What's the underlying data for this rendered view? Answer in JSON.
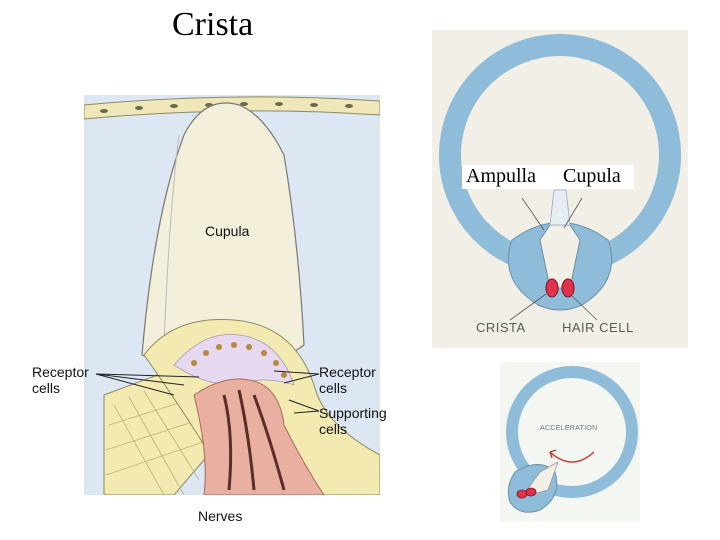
{
  "title": "Crista",
  "left_diagram": {
    "labels": {
      "cupula": "Cupula",
      "receptor_cells_left_line1": "Receptor",
      "receptor_cells_left_line2": "cells",
      "receptor_cells_right_line1": "Receptor",
      "receptor_cells_right_line2": "cells",
      "supporting_cells_line1": "Supporting",
      "supporting_cells_line2": "cells",
      "nerves": "Nerves"
    },
    "colors": {
      "background": "#dde7f3",
      "cupula_fill": "#f3efdb",
      "epithelium": "#f2eab0",
      "nerve_tissue": "#e9b0a2",
      "receptor_zone": "#e6d8ee"
    }
  },
  "right_diagram": {
    "labels": {
      "ampulla": "Ampulla",
      "cupula": "Cupula",
      "crista": "CRISTA",
      "hair_cell": "HAIR CELL",
      "acceleration": "ACCELERATION"
    },
    "colors": {
      "canal": "#8fbcd9",
      "hair_cell": "#e0334b",
      "paper": "#f1efe6"
    }
  }
}
